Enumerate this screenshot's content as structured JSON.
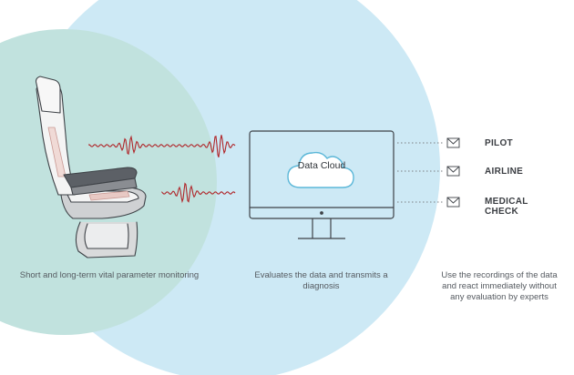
{
  "colors": {
    "outer_circle": "#cde9f5",
    "inner_circle": "#c1e2de",
    "wave": "#b0262a",
    "line": "#3e4247",
    "cloud_stroke": "#5bb7d8",
    "text": "#555a60"
  },
  "captions": {
    "monitoring": "Short and long-term vital parameter monitoring",
    "diagnosis": "Evaluates the data and transmits a diagnosis",
    "react": "Use the recordings of the data and react immediately without any evaluation by experts"
  },
  "cloud_label": "Data Cloud",
  "recipients": [
    {
      "label": "PILOT",
      "icon": "envelope-icon"
    },
    {
      "label": "AIRLINE",
      "icon": "envelope-icon"
    },
    {
      "label": "MEDICAL CHECK",
      "icon": "envelope-icon"
    }
  ]
}
